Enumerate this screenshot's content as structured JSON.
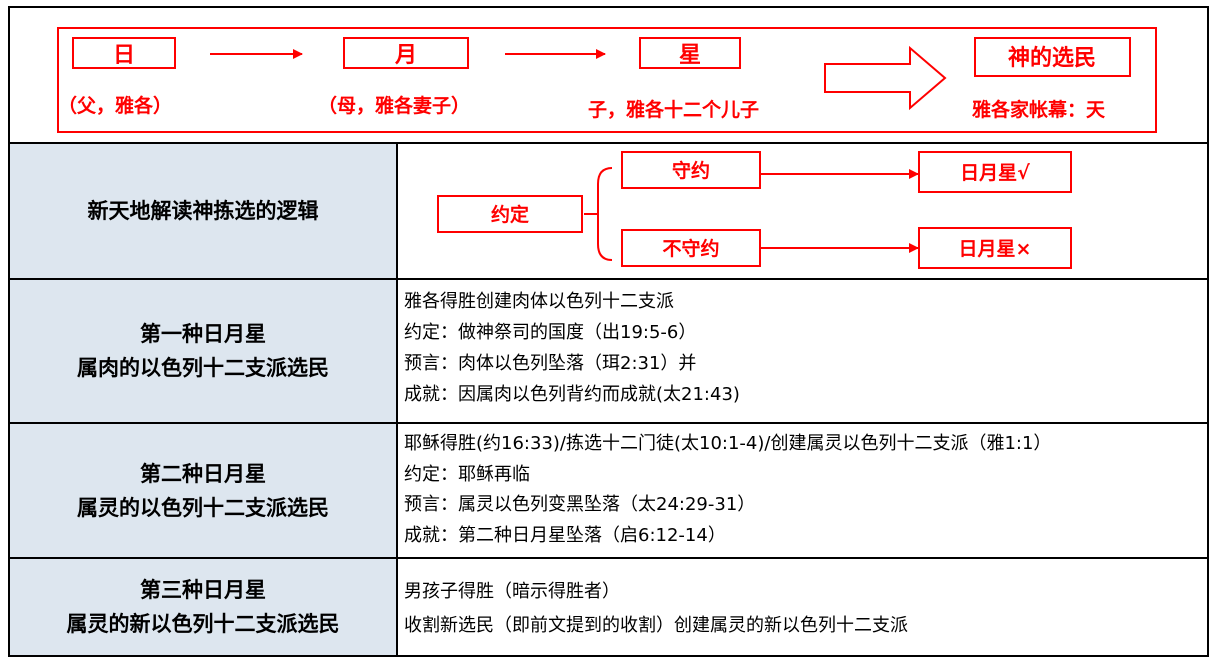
{
  "top": {
    "boxes": [
      "日",
      "月",
      "星",
      "神的选民"
    ],
    "labels": [
      "（父，雅各）",
      "（母，雅各妻子）",
      "子，雅各十二个儿子",
      "雅各家帐幕：天"
    ]
  },
  "logic": {
    "heading": "新天地解读神拣选的逻辑",
    "root": "约定",
    "branches": [
      {
        "label": "守约",
        "result": "日月星√"
      },
      {
        "label": "不守约",
        "result": "日月星×"
      }
    ]
  },
  "rows": [
    {
      "title": [
        "第一种日月星",
        "属肉的以色列十二支派选民"
      ],
      "lines": [
        "雅各得胜创建肉体以色列十二支派",
        "约定：做神祭司的国度（出19:5-6）",
        "预言：肉体以色列坠落（珥2:31）并",
        "成就：因属肉以色列背约而成就(太21:43)"
      ]
    },
    {
      "title": [
        "第二种日月星",
        "属灵的以色列十二支派选民"
      ],
      "lines": [
        "耶稣得胜(约16:33)/拣选十二门徒(太10:1-4)/创建属灵以色列十二支派（雅1:1）",
        "约定：耶稣再临",
        "预言：属灵以色列变黑坠落（太24:29-31）",
        "成就：第二种日月星坠落（启6:12-14）"
      ]
    },
    {
      "title": [
        "第三种日月星",
        "属灵的新以色列十二支派选民"
      ],
      "lines": [
        "男孩子得胜（暗示得胜者）",
        "收割新选民（即前文提到的收割）创建属灵的新以色列十二支派"
      ]
    }
  ],
  "colors": {
    "accent": "#ff0000",
    "left_bg": "#dde6ef",
    "border": "#000000"
  }
}
